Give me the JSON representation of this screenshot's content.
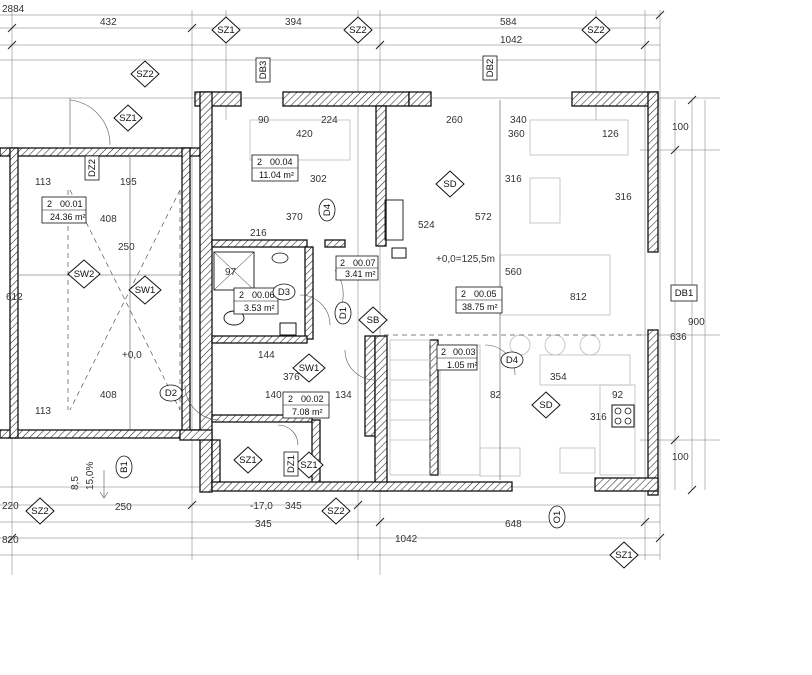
{
  "top_dims": [
    {
      "id": "t1",
      "text": "2884"
    },
    {
      "id": "t2",
      "text": "432"
    },
    {
      "id": "t3",
      "text": "394"
    },
    {
      "id": "t4",
      "text": "584"
    },
    {
      "id": "t5",
      "text": "1042"
    }
  ],
  "bottom_dims": [
    {
      "id": "b1",
      "text": "250"
    },
    {
      "id": "b2",
      "text": "345"
    },
    {
      "id": "b3",
      "text": "345"
    },
    {
      "id": "b4",
      "text": "648"
    },
    {
      "id": "b5",
      "text": "1042"
    },
    {
      "id": "b6",
      "text": "820"
    },
    {
      "id": "b7",
      "text": "220"
    },
    {
      "id": "b8",
      "text": "-17,0"
    }
  ],
  "section_tags": [
    {
      "id": "sz1a",
      "text": "SZ1"
    },
    {
      "id": "sz2a",
      "text": "SZ2"
    },
    {
      "id": "sz2b",
      "text": "SZ2"
    },
    {
      "id": "sz2c",
      "text": "SZ2"
    },
    {
      "id": "sz1b",
      "text": "SZ1"
    },
    {
      "id": "sz2d",
      "text": "SZ2"
    },
    {
      "id": "sz1c",
      "text": "SZ1"
    },
    {
      "id": "sz1d",
      "text": "SZ1"
    },
    {
      "id": "sz2e",
      "text": "SZ2"
    },
    {
      "id": "sz1e",
      "text": "SZ1"
    },
    {
      "id": "sd1",
      "text": "SD"
    },
    {
      "id": "sd2",
      "text": "SD"
    },
    {
      "id": "sb1",
      "text": "SB"
    },
    {
      "id": "sw1",
      "text": "SW1"
    },
    {
      "id": "sw2",
      "text": "SW2"
    },
    {
      "id": "sw1b",
      "text": "SW1"
    }
  ],
  "rotated_tags": [
    {
      "id": "db3",
      "text": "DB3"
    },
    {
      "id": "db2",
      "text": "DB2"
    },
    {
      "id": "db1",
      "text": "DB1"
    },
    {
      "id": "dz2",
      "text": "DZ2"
    },
    {
      "id": "dz1",
      "text": "DZ1"
    },
    {
      "id": "d4a",
      "text": "D4"
    },
    {
      "id": "d1",
      "text": "D1"
    },
    {
      "id": "b1t",
      "text": "B1"
    },
    {
      "id": "o1",
      "text": "O1"
    }
  ],
  "door_labels": [
    {
      "id": "d3",
      "text": "D3"
    },
    {
      "id": "d2",
      "text": "D2"
    },
    {
      "id": "d4b",
      "text": "D4"
    }
  ],
  "rooms": [
    {
      "id": "r0001",
      "floor": "2",
      "number": "00.01",
      "area": "24.36 m²"
    },
    {
      "id": "r0002",
      "floor": "2",
      "number": "00.02",
      "area": "7.08 m²"
    },
    {
      "id": "r0003",
      "floor": "2",
      "number": "00.03",
      "area": "1.05 m²"
    },
    {
      "id": "r0004",
      "floor": "2",
      "number": "00.04",
      "area": "11.04 m²"
    },
    {
      "id": "r0005",
      "floor": "2",
      "number": "00.05",
      "area": "38.75 m²"
    },
    {
      "id": "r0006",
      "floor": "2",
      "number": "00.06",
      "area": "3.53 m²"
    },
    {
      "id": "r0007",
      "floor": "2",
      "number": "00.07",
      "area": "3.41 m²"
    }
  ],
  "inner_dims": [
    {
      "id": "i1",
      "text": "420"
    },
    {
      "id": "i2",
      "text": "370"
    },
    {
      "id": "i3",
      "text": "216"
    },
    {
      "id": "i4",
      "text": "302"
    },
    {
      "id": "i5",
      "text": "360"
    },
    {
      "id": "i6",
      "text": "126"
    },
    {
      "id": "i7",
      "text": "572"
    },
    {
      "id": "i8",
      "text": "524"
    },
    {
      "id": "i9",
      "text": "560"
    },
    {
      "id": "i10",
      "text": "812"
    },
    {
      "id": "i11",
      "text": "195"
    },
    {
      "id": "i12",
      "text": "113"
    },
    {
      "id": "i13",
      "text": "408"
    },
    {
      "id": "i14",
      "text": "250"
    },
    {
      "id": "i15",
      "text": "408"
    },
    {
      "id": "i16",
      "text": "113"
    },
    {
      "id": "i17",
      "text": "612"
    },
    {
      "id": "i18",
      "text": "97"
    },
    {
      "id": "i19",
      "text": "144"
    },
    {
      "id": "i20",
      "text": "376"
    },
    {
      "id": "i21",
      "text": "140"
    },
    {
      "id": "i22",
      "text": "134"
    },
    {
      "id": "i23",
      "text": "354"
    },
    {
      "id": "i24",
      "text": "92"
    },
    {
      "id": "i25",
      "text": "316"
    },
    {
      "id": "i26",
      "text": "90"
    },
    {
      "id": "i27",
      "text": "224"
    },
    {
      "id": "i28",
      "text": "260"
    },
    {
      "id": "i29",
      "text": "340"
    },
    {
      "id": "i30",
      "text": "316"
    },
    {
      "id": "i31",
      "text": "100"
    },
    {
      "id": "i32",
      "text": "900"
    },
    {
      "id": "i33",
      "text": "636"
    },
    {
      "id": "i34",
      "text": "100"
    },
    {
      "id": "i35",
      "text": "82"
    },
    {
      "id": "i36",
      "text": "316"
    }
  ],
  "levels": [
    {
      "id": "lv1",
      "text": "+0,0"
    },
    {
      "id": "lv2",
      "text": "+0,0=125,5m"
    }
  ],
  "slope": {
    "a": "8,5",
    "b": "15,0%"
  }
}
